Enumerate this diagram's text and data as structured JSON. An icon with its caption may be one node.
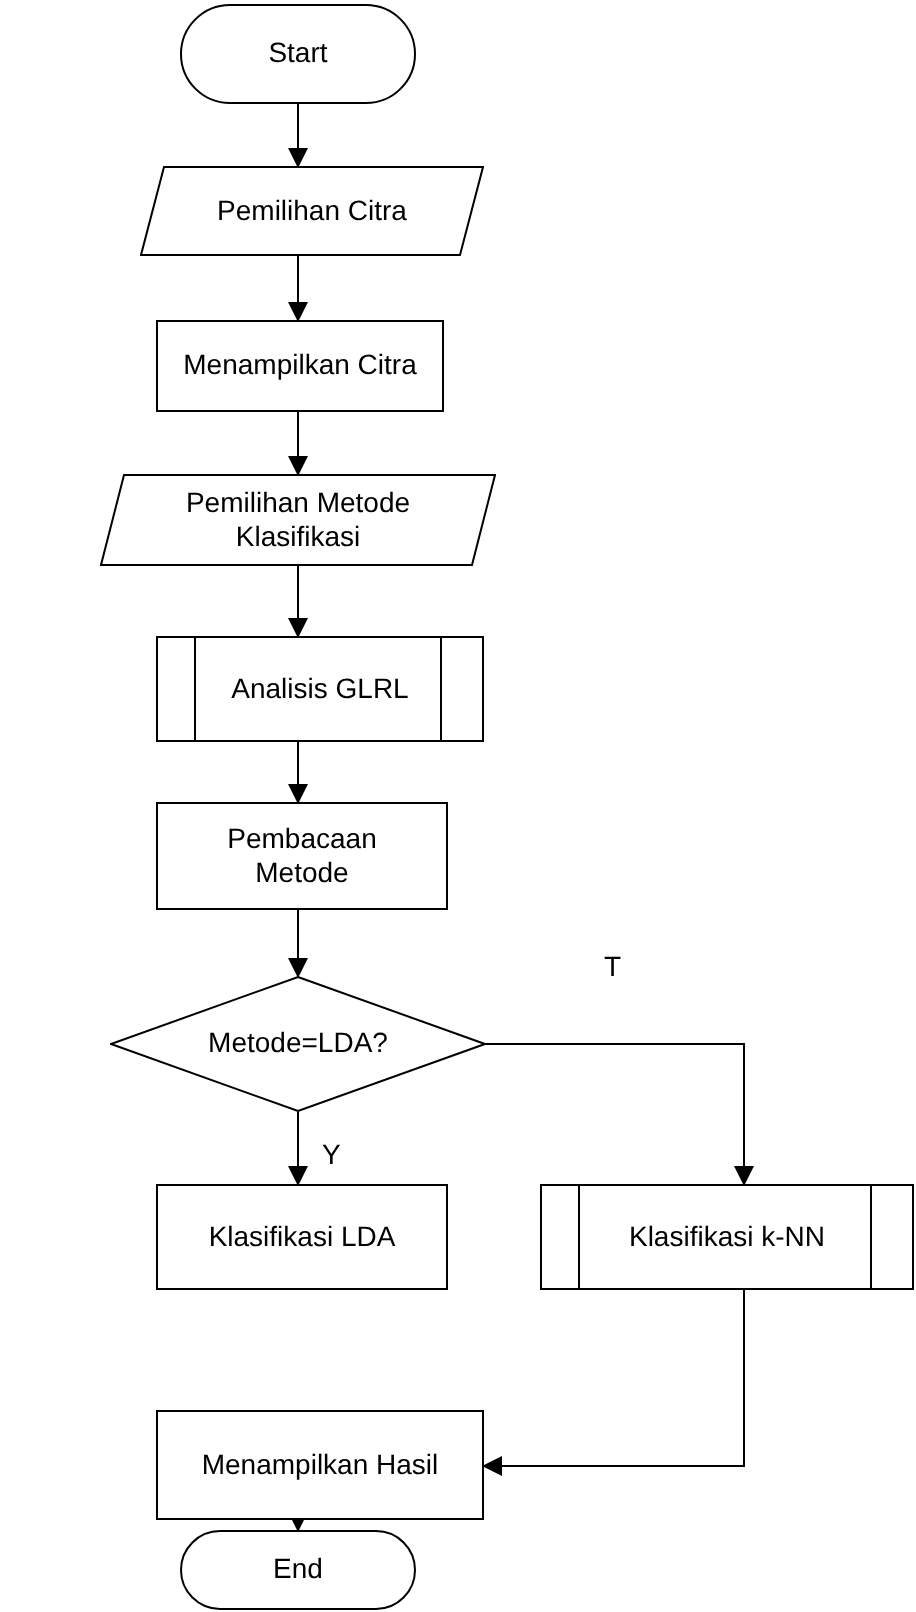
{
  "diagram": {
    "nodes": [
      {
        "text": [
          "Start"
        ]
      },
      {
        "text": [
          "Pemilihan Citra"
        ]
      },
      {
        "text": [
          "Menampilkan Citra"
        ]
      },
      {
        "text": [
          "Pemilihan Metode Klasifikasi"
        ]
      },
      {
        "text": [
          "Analisis GLRL"
        ]
      },
      {
        "text": [
          "Pembacaan Metode"
        ]
      },
      {
        "text": [
          "Metode=LDA?"
        ]
      },
      {
        "text": [
          "Klasifikasi LDA"
        ]
      },
      {
        "text": [
          "Klasifikasi k-NN"
        ]
      },
      {
        "text": [
          "Menampilkan Hasil"
        ]
      },
      {
        "text": [
          "End"
        ]
      }
    ],
    "edges": [
      {
        "from": 0,
        "to": 1,
        "arrow": "to"
      },
      {
        "from": 1,
        "to": 2,
        "arrow": "to"
      },
      {
        "from": 2,
        "to": 3,
        "arrow": "to"
      },
      {
        "from": 3,
        "to": 4,
        "arrow": "to"
      },
      {
        "from": 4,
        "to": 5,
        "arrow": "to"
      },
      {
        "from": 5,
        "to": 6,
        "arrow": "to"
      },
      {
        "from": 6,
        "to": 7,
        "arrow": "to",
        "label": "Y"
      },
      {
        "from": 6,
        "to": 8,
        "arrow": "to",
        "label": "T"
      },
      {
        "from": 8,
        "to": 9,
        "arrow": "to"
      },
      {
        "from": 9,
        "to": 10,
        "arrow": "to"
      }
    ]
  }
}
